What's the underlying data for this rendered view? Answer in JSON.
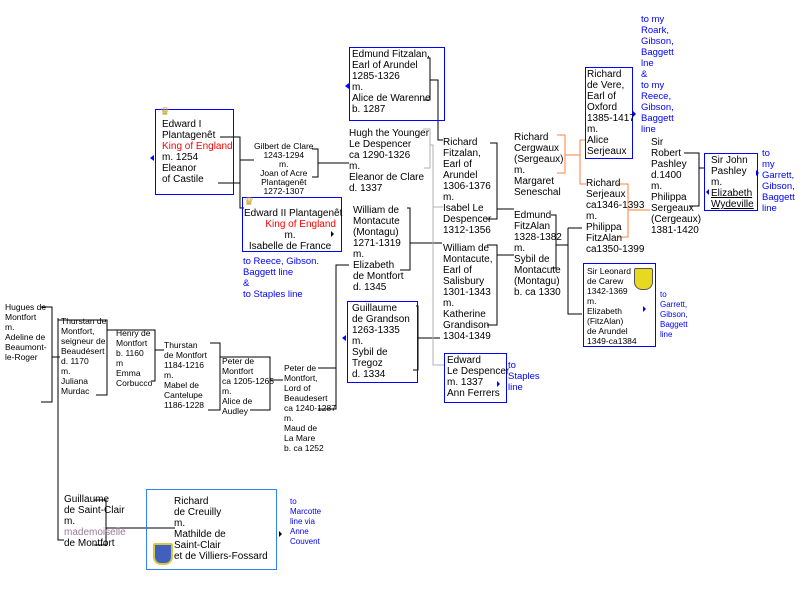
{
  "people": {
    "hugues": "Hugues de\nMontfort\n m.\nAdeline de\nBeaumont-\nle-Roger",
    "thurstan1": "Thurstan de\nMontfort,\nseigneur de\nBeaudésert\nd. 1170\n m.\n Juliana\n Murdac",
    "henry": "Henry de\nMontfort\n b. 1160\n m\nEmma\nCorbucco",
    "thurstan2": "Thurstan\nde Montfort\n1184-1216\n m.\nMabel de\nCantelupe\n1186-1228",
    "peter1": "Peter de\nMontfort\nca 1205-1265\n m.\nAlice de\nAudley",
    "peter2": "Peter de\nMontfort,\nLord of\nBeaudesert\nca 1240-1287\nm.\nMaud de\n La Mare\n b. ca 1252",
    "edward1_a": "Edward I\nPlantagenêt",
    "edward1_title": "King of England",
    "edward1_b": "  m. 1254\nEleanor\nof Castile",
    "gilbert": "Gilbert de Clare\n 1243-1294\n    m.\nJoan of Acre\n Plantagenêt\n  1272-1307",
    "edward2_a": "Edward II Plantagenêt",
    "edward2_title": "King of England",
    "edward2_b": "m.\nIsabelle de France",
    "edmund_fitzalan": "Edmund Fitzalan,\nEarl of Arundel\n1285-1326\n m.\nAlice de Warenne\n b. 1287",
    "hugh": "Hugh the Younger\nLe Despencer\nca 1290-1326\n m.\nEleanor de Clare\nd. 1337",
    "william_montacute1": "William de\nMontacute\n(Montagu)\n1271-1319\n m.\nElizabeth\nde Montfort\nd. 1345",
    "guillaume_grandson": "Guillaume\nde Grandson\n1263-1335\n m.\n Sybil de\nTregoz\n d. 1334",
    "richard_fitzalan": "Richard\nFitzalan,\n Earl of\nArundel\n 1306-1376\n m.\n Isabel Le\nDespencer\n1312-1356",
    "william_salisbury": "William de\nMontacute,\nEarl of\nSalisbury\n 1301-1343\n m.\n Katherine\nGrandison\n1304-1349",
    "edward_despencer": "Edward\nLe Despencer\n m. 1337\nAnn Ferrers",
    "richard_cergwaux": "Richard\nCergwaux\n(Sergeaux)\n m.\nMargaret\nSeneschal",
    "edmund_fitzalan2": "Edmund\nFitzAlan\n1328-1382\n m.\nSybil de\nMontacute\n(Montagu)\n b. ca 1330",
    "richard_devere": "Richard\n de Vere,\nEarl of\nOxford\n1385-1417\n m.\nAlice\nSerjeaux",
    "richard_serjeaux": "Richard\nSerjeaux\nca1346-1393\n  m.\nPhilippa\n FitzAlan\nca1350-1399",
    "leonard_carew": "Sir Leonard\nde Carew\n1342-1369\n m.\n Elizabeth\n(FitzAlan)\n de Arundel\n 1349-ca1384",
    "robert_pashley": "Sir\nRobert\nPashley\nd.1400\n m.\nPhilippa\nSergeaux\n(Cergeaux)\n1381-1420",
    "john_pashley": "Sir John\nPashley\n  m.",
    "elizabeth_wydeville": "Elizabeth\nWydeville",
    "guillaume_stclair_a": "Guillaume\nde Saint-Clair\n  m.",
    "guillaume_stclair_m": "mademoiselle",
    "guillaume_stclair_b": "de Montfort",
    "richard_creuilly": "Richard\nde Creuilly\n   m.\n  Mathilde de\n  Saint-Clair\n   et de Villiers-Fossard"
  },
  "links": {
    "reece_staples": "to Reece, Gibson.\nBaggett line\n &\nto Staples line",
    "staples": "to\nStaples\nline",
    "roark_reece": "to my\nRoark,\nGibson,\nBaggett\nlne\n  &\nto my\nReece,\nGibson,\nBaggett\nline",
    "garrett_small": "to\nGarrett,\nGibson,\nBaggett\nline",
    "garrett": "to\nmy\nGarrett,\nGibson,\nBaggett\nline",
    "marcotte": "to\nMarcotte\nline via\nAnne\nCouvent"
  },
  "colors": {
    "box": "#0000ff",
    "royal": "#ff0000",
    "link": "#0000ff",
    "serjeaux_line": "#ff8040",
    "despencer_line": "#b0b0b0"
  }
}
